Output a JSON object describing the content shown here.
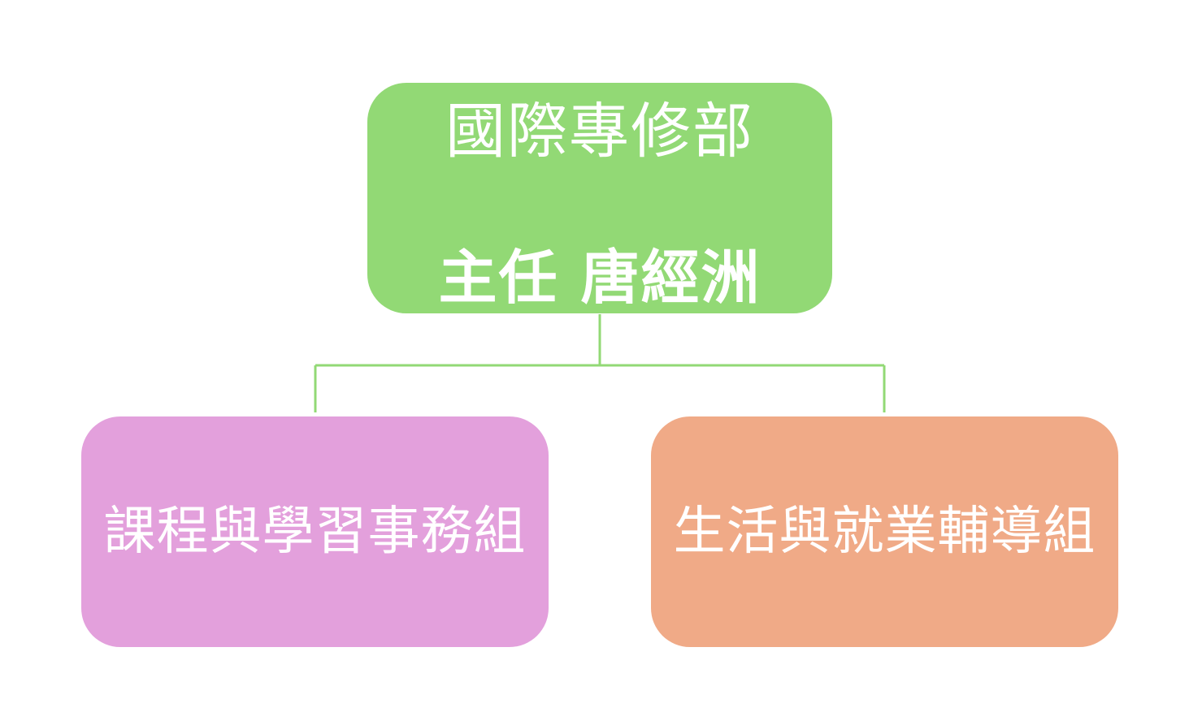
{
  "org_chart": {
    "root": {
      "unit": "國際專修部",
      "head": "主任 唐經洲"
    },
    "children": [
      {
        "label": "課程與學習事務組"
      },
      {
        "label": "生活與就業輔導組"
      }
    ]
  },
  "colors": {
    "root_fill": "#92d975",
    "left_fill": "#e3a0dc",
    "right_fill": "#f0aa87",
    "connector": "#92d975",
    "text": "#ffffff"
  }
}
